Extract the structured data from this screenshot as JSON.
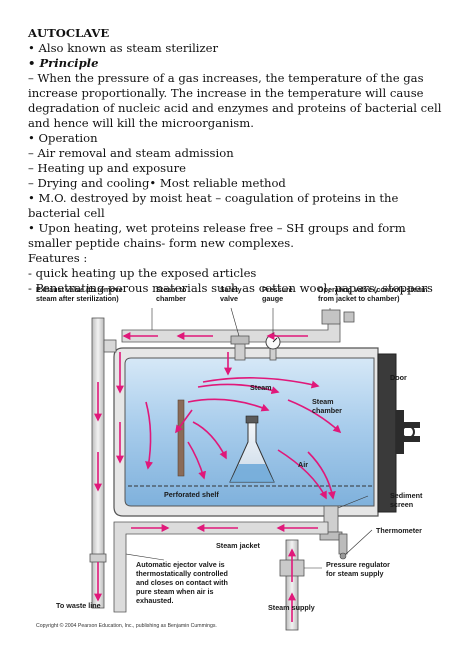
{
  "document": {
    "title": "AUTOCLAVE",
    "lines": [
      "• Also known as steam sterilizer",
      "• Principle",
      "– When the pressure of a gas increases, the temperature of the gas increase proportionally. The increase in the temperature will cause degradation of nucleic acid and enzymes and proteins of bacterial cell and hence will kill the microorganism.",
      "• Operation",
      "– Air removal and steam admission",
      "– Heating up and exposure",
      "– Drying and cooling• Most reliable method",
      "• M.O. destroyed by moist heat – coagulation of proteins in the bacterial cell",
      "• Upon heating, wet proteins release free – SH groups and form smaller peptide chains- form new complexes.",
      "Features :",
      "- quick heating up the exposed articles",
      "- Penetrating porous materials such as cotton wool, papers, stoppers"
    ]
  },
  "figure": {
    "labels": {
      "exhaust_1": "Exhaust valve (to remove",
      "exhaust_2": "steam after sterilization)",
      "steam_to_1": "Steam to",
      "steam_to_2": "chamber",
      "safety_1": "Safety",
      "safety_2": "valve",
      "pressure_1": "Pressure",
      "pressure_2": "gauge",
      "operating_1": "Operating valve (controls steam",
      "operating_2": "from jacket to chamber)",
      "steam": "Steam",
      "steam_chamber_1": "Steam",
      "steam_chamber_2": "chamber",
      "door": "Door",
      "air": "Air",
      "perforated_shelf": "Perforated shelf",
      "sediment_1": "Sediment",
      "sediment_2": "screen",
      "steam_jacket": "Steam jacket",
      "thermometer": "Thermometer",
      "ejector_1": "Automatic ejector valve is",
      "ejector_2": "thermostatically controlled",
      "ejector_3": "and closes on contact with",
      "ejector_4": "pure steam when air is",
      "ejector_5": "exhausted.",
      "regulator_1": "Pressure regulator",
      "regulator_2": "for steam supply",
      "waste": "To waste line",
      "supply": "Steam supply",
      "copyright": "Copyright © 2004 Pearson Education, Inc., publishing as Benjamin Cummings."
    },
    "colors": {
      "arrow": "#e0187a",
      "chamber_fill": "#9ec4e6",
      "pipe": "#d8d8d8",
      "pipe_edge": "#555555",
      "door": "#3a3a3a"
    }
  }
}
